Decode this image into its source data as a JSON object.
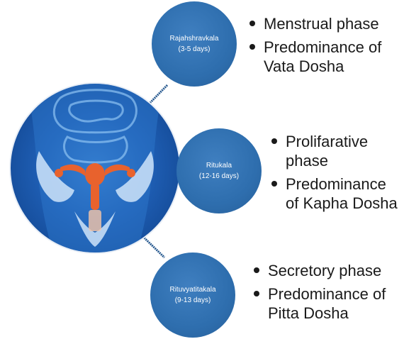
{
  "phases": [
    {
      "name": "Rajahshravkala",
      "days": "(3-5 days)",
      "bullets": [
        "Menstrual phase",
        "Predominance of Vata Dosha"
      ]
    },
    {
      "name": "Ritukala",
      "days": "(12-16 days)",
      "bullets": [
        "Prolifarative phase",
        "Predominance of Kapha Dosha"
      ]
    },
    {
      "name": "Rituvyatitakala",
      "days": "(9-13 days)",
      "bullets": [
        "Secretory phase",
        "Predominance of Pitta Dosha"
      ]
    }
  ],
  "colors": {
    "circle_fill": "#2e6eae",
    "connector": "#27598f",
    "uterus": "#e8622d"
  },
  "illustration": {
    "description_icon": "uterus-anatomy-icon"
  }
}
